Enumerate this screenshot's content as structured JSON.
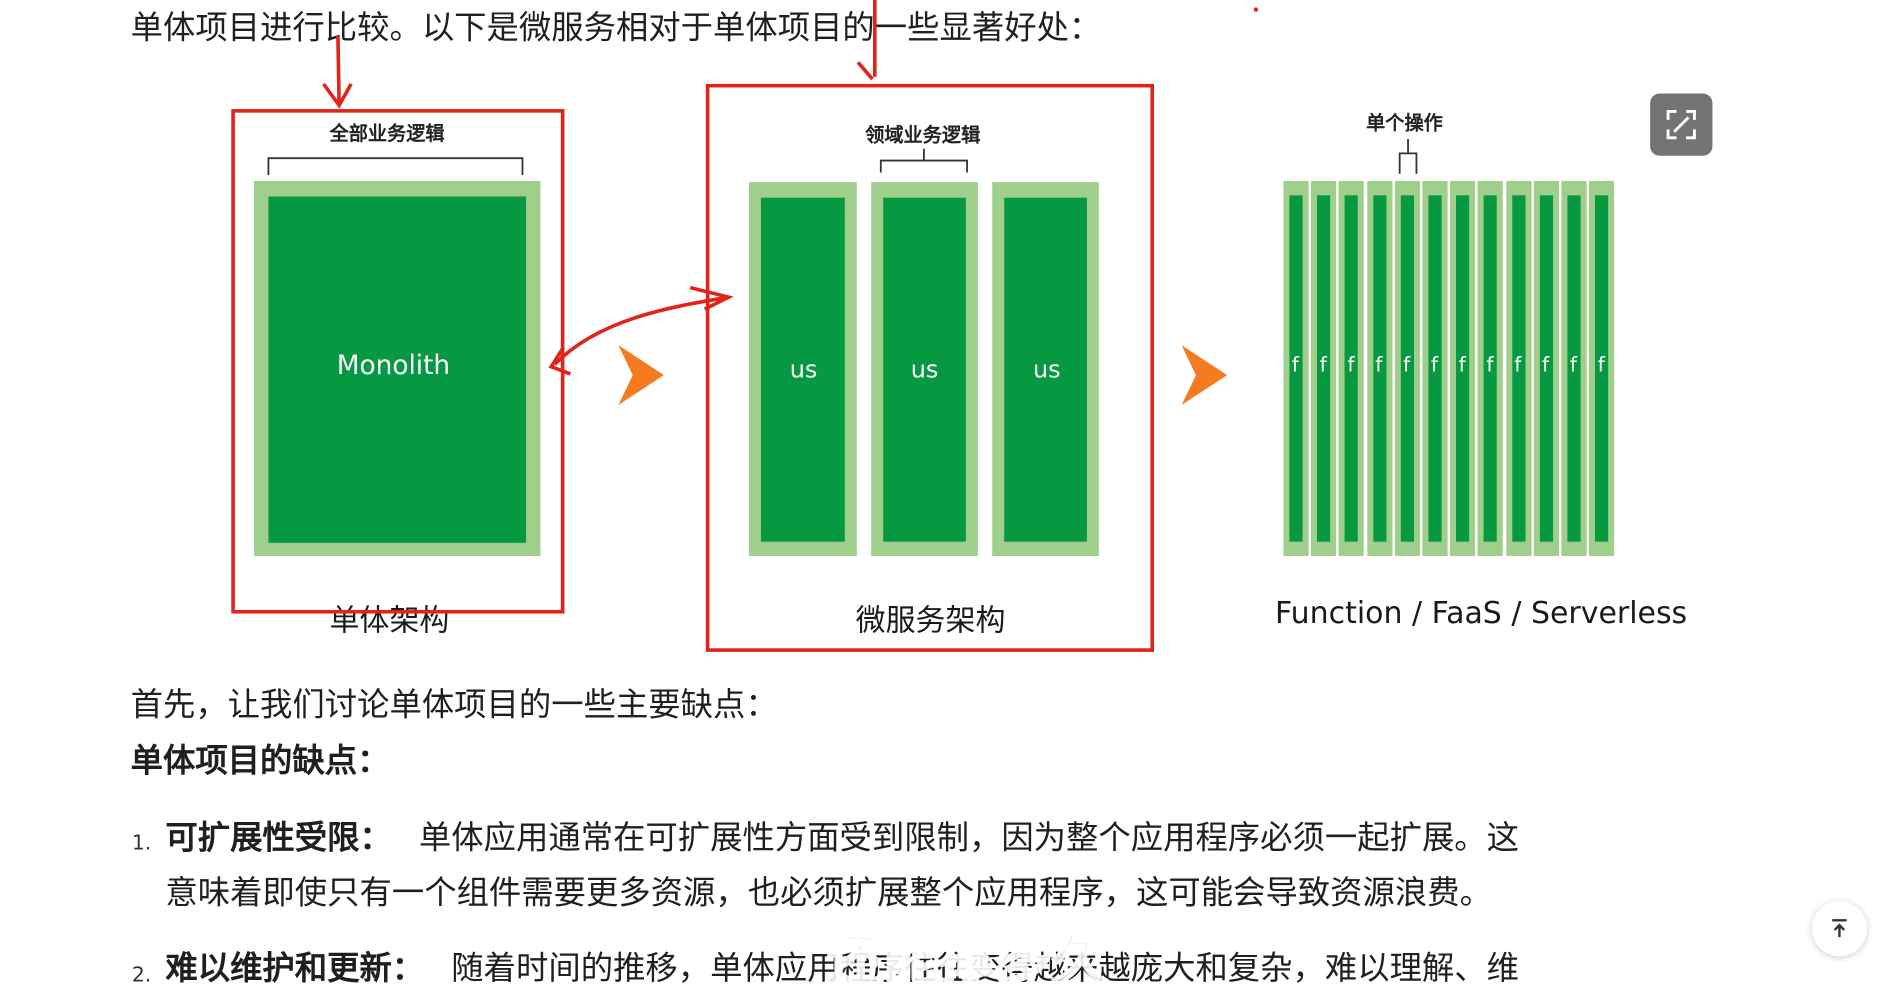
{
  "intro_line": "单体项目进行比较。以下是微服务相对于单体项目的一些显著好处：",
  "diagram": {
    "monolith": {
      "top_label": "全部业务逻辑",
      "inner_label": "Monolith",
      "caption": "单体架构"
    },
    "microservices": {
      "top_label": "领域业务逻辑",
      "service_label": "us",
      "service_count": 3,
      "caption": "微服务架构"
    },
    "serverless": {
      "top_label": "单个操作",
      "function_label": "f",
      "function_count": 12,
      "caption": "Function / FaaS / Serverless"
    },
    "colors": {
      "outer_green": "#9fcf8a",
      "inner_green": "#079842",
      "arrow_orange": "#f47b20",
      "annotation_red": "#e2231a"
    }
  },
  "para_disadvantages_intro": "首先，让我们讨论单体项目的一些主要缺点：",
  "heading_disadvantages": "单体项目的缺点：",
  "list": [
    {
      "num": "1.",
      "title": "可扩展性受限：",
      "line1": "单体应用通常在可扩展性方面受到限制，因为整个应用程序必须一起扩展。这",
      "line2": "意味着即使只有一个组件需要更多资源，也必须扩展整个应用程序，这可能会导致资源浪费。"
    },
    {
      "num": "2.",
      "title": "难以维护和更新：",
      "line1": "随着时间的推移，单体应用程序往往变得越来越庞大和复杂，难以理解、维"
    }
  ],
  "subtitle_overlay": "还能撑多久",
  "icons": {
    "expand": "expand-icon",
    "back_to_top": "back-to-top-icon",
    "arrow": "orange-arrow-icon"
  }
}
